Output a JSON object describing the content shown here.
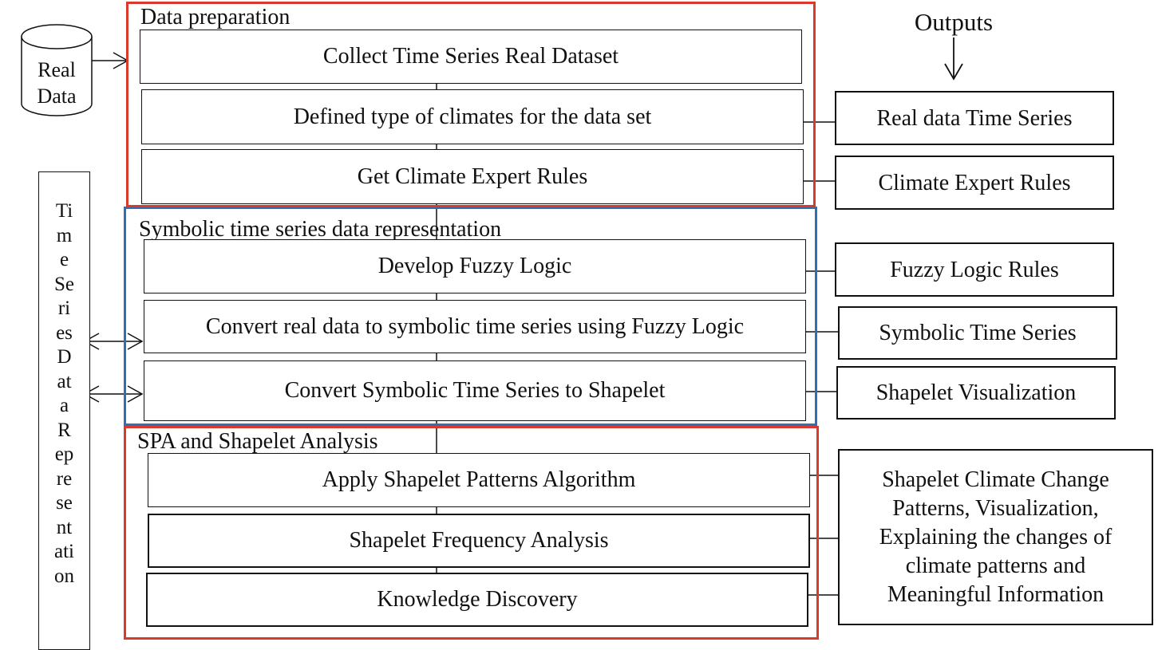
{
  "colors": {
    "data_preparation_border": "#d93a2b",
    "symbolic_border": "#2f6fb3",
    "spa_border": "#d93a2b",
    "line": "#111111"
  },
  "source": {
    "label_line1": "Real",
    "label_line2": "Data"
  },
  "outputs_header": "Outputs",
  "vertical_label_lines": [
    "Ti",
    "m",
    "e",
    "Se",
    "ri",
    "es",
    "D",
    "at",
    "a",
    "R",
    "ep",
    "re",
    "se",
    "nt",
    "ati",
    "on"
  ],
  "sections": [
    {
      "title": "Data preparation",
      "steps": [
        "Collect Time Series Real Dataset",
        "Defined type of climates for the data set",
        "Get Climate Expert Rules"
      ]
    },
    {
      "title": "Symbolic time series data representation",
      "steps": [
        "Develop Fuzzy Logic",
        "Convert real data to symbolic time series using Fuzzy Logic",
        "Convert Symbolic Time Series to Shapelet"
      ]
    },
    {
      "title": "SPA and Shapelet Analysis",
      "steps": [
        "Apply Shapelet Patterns Algorithm",
        "Shapelet Frequency Analysis",
        "Knowledge Discovery"
      ]
    }
  ],
  "outputs": [
    "Real data Time Series",
    "Climate Expert Rules",
    "Fuzzy Logic Rules",
    "Symbolic Time Series",
    "Shapelet Visualization",
    "Shapelet Climate Change\nPatterns, Visualization,\nExplaining the changes of\nclimate patterns and\nMeaningful Information"
  ]
}
